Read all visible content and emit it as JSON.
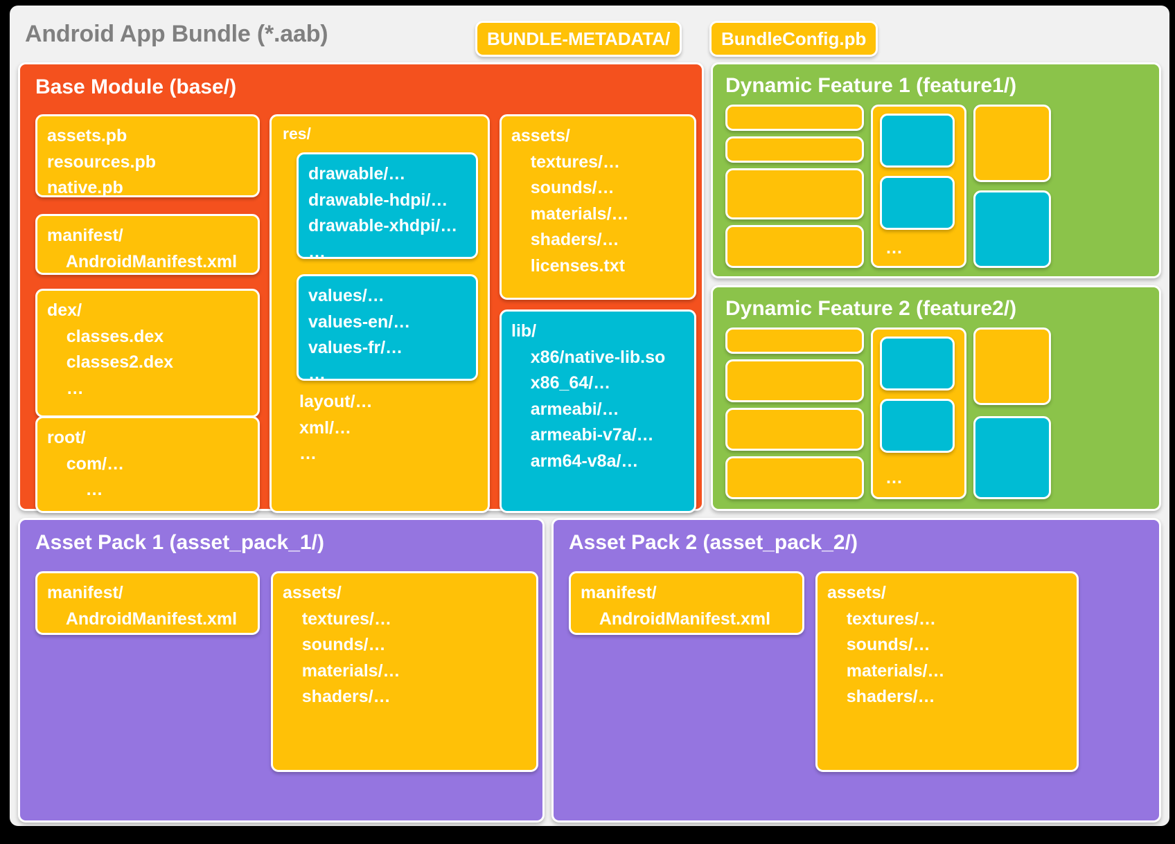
{
  "bundle": {
    "title": "Android App Bundle (*.aab)",
    "chips": [
      {
        "name": "bundle-metadata",
        "label": "BUNDLE-METADATA/"
      },
      {
        "name": "bundle-config",
        "label": "BundleConfig.pb"
      }
    ]
  },
  "base_module": {
    "title": "Base Module (base/)",
    "cards": {
      "protos": "assets.pb\nresources.pb\nnative.pb",
      "manifest": "manifest/\n    AndroidManifest.xml",
      "dex": "dex/\n    classes.dex\n    classes2.dex\n    …",
      "root": "root/\n    com/…\n        …",
      "res_label": "res/",
      "res_drawable": "drawable/…\ndrawable-hdpi/…\ndrawable-xhdpi/…\n…",
      "res_values": "values/…\nvalues-en/…\nvalues-fr/…\n…",
      "res_tail": "layout/…\nxml/…\n…",
      "assets": "assets/\n    textures/…\n    sounds/…\n    materials/…\n    shaders/…\n    licenses.txt",
      "lib": "lib/\n    x86/native-lib.so\n    x86_64/…\n    armeabi/…\n    armeabi-v7a/…\n    arm64-v8a/…"
    }
  },
  "dynamic_features": [
    {
      "title": "Dynamic Feature 1 (feature1/)",
      "ellipsis": "…"
    },
    {
      "title": "Dynamic Feature 2 (feature2/)",
      "ellipsis": "…"
    }
  ],
  "asset_packs": [
    {
      "title": "Asset Pack 1 (asset_pack_1/)",
      "manifest": "manifest/\n    AndroidManifest.xml",
      "assets": "assets/\n    textures/…\n    sounds/…\n    materials/…\n    shaders/…"
    },
    {
      "title": "Asset Pack 2 (asset_pack_2/)",
      "manifest": "manifest/\n    AndroidManifest.xml",
      "assets": "assets/\n    textures/…\n    sounds/…\n    materials/…\n    shaders/…"
    }
  ],
  "colors": {
    "background": "#000000",
    "frame": "#f1f1f1",
    "base_module": "#f4511e",
    "dynamic_feature": "#8bc34a",
    "asset_pack": "#9575e0",
    "card_yellow": "#ffc107",
    "card_cyan": "#00bcd4",
    "title_gray": "#808080"
  }
}
